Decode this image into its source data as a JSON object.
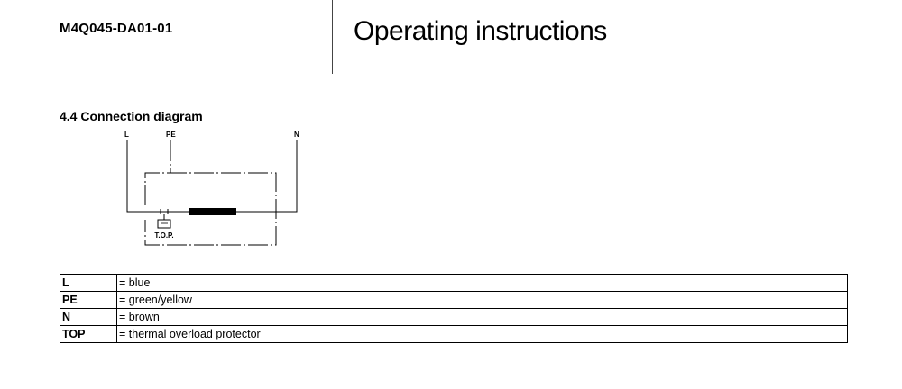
{
  "header": {
    "doc_code": "M4Q045-DA01-01",
    "title": "Operating instructions"
  },
  "section": {
    "title": "4.4 Connection diagram"
  },
  "diagram": {
    "terminal_l": "L",
    "terminal_pe": "PE",
    "terminal_n": "N",
    "top_label": "T.O.P."
  },
  "legend": {
    "rows": [
      {
        "abbr": "L",
        "desc": "= blue"
      },
      {
        "abbr": "PE",
        "desc": "= green/yellow"
      },
      {
        "abbr": "N",
        "desc": "= brown"
      },
      {
        "abbr": "TOP",
        "desc": "= thermal overload protector"
      }
    ]
  }
}
